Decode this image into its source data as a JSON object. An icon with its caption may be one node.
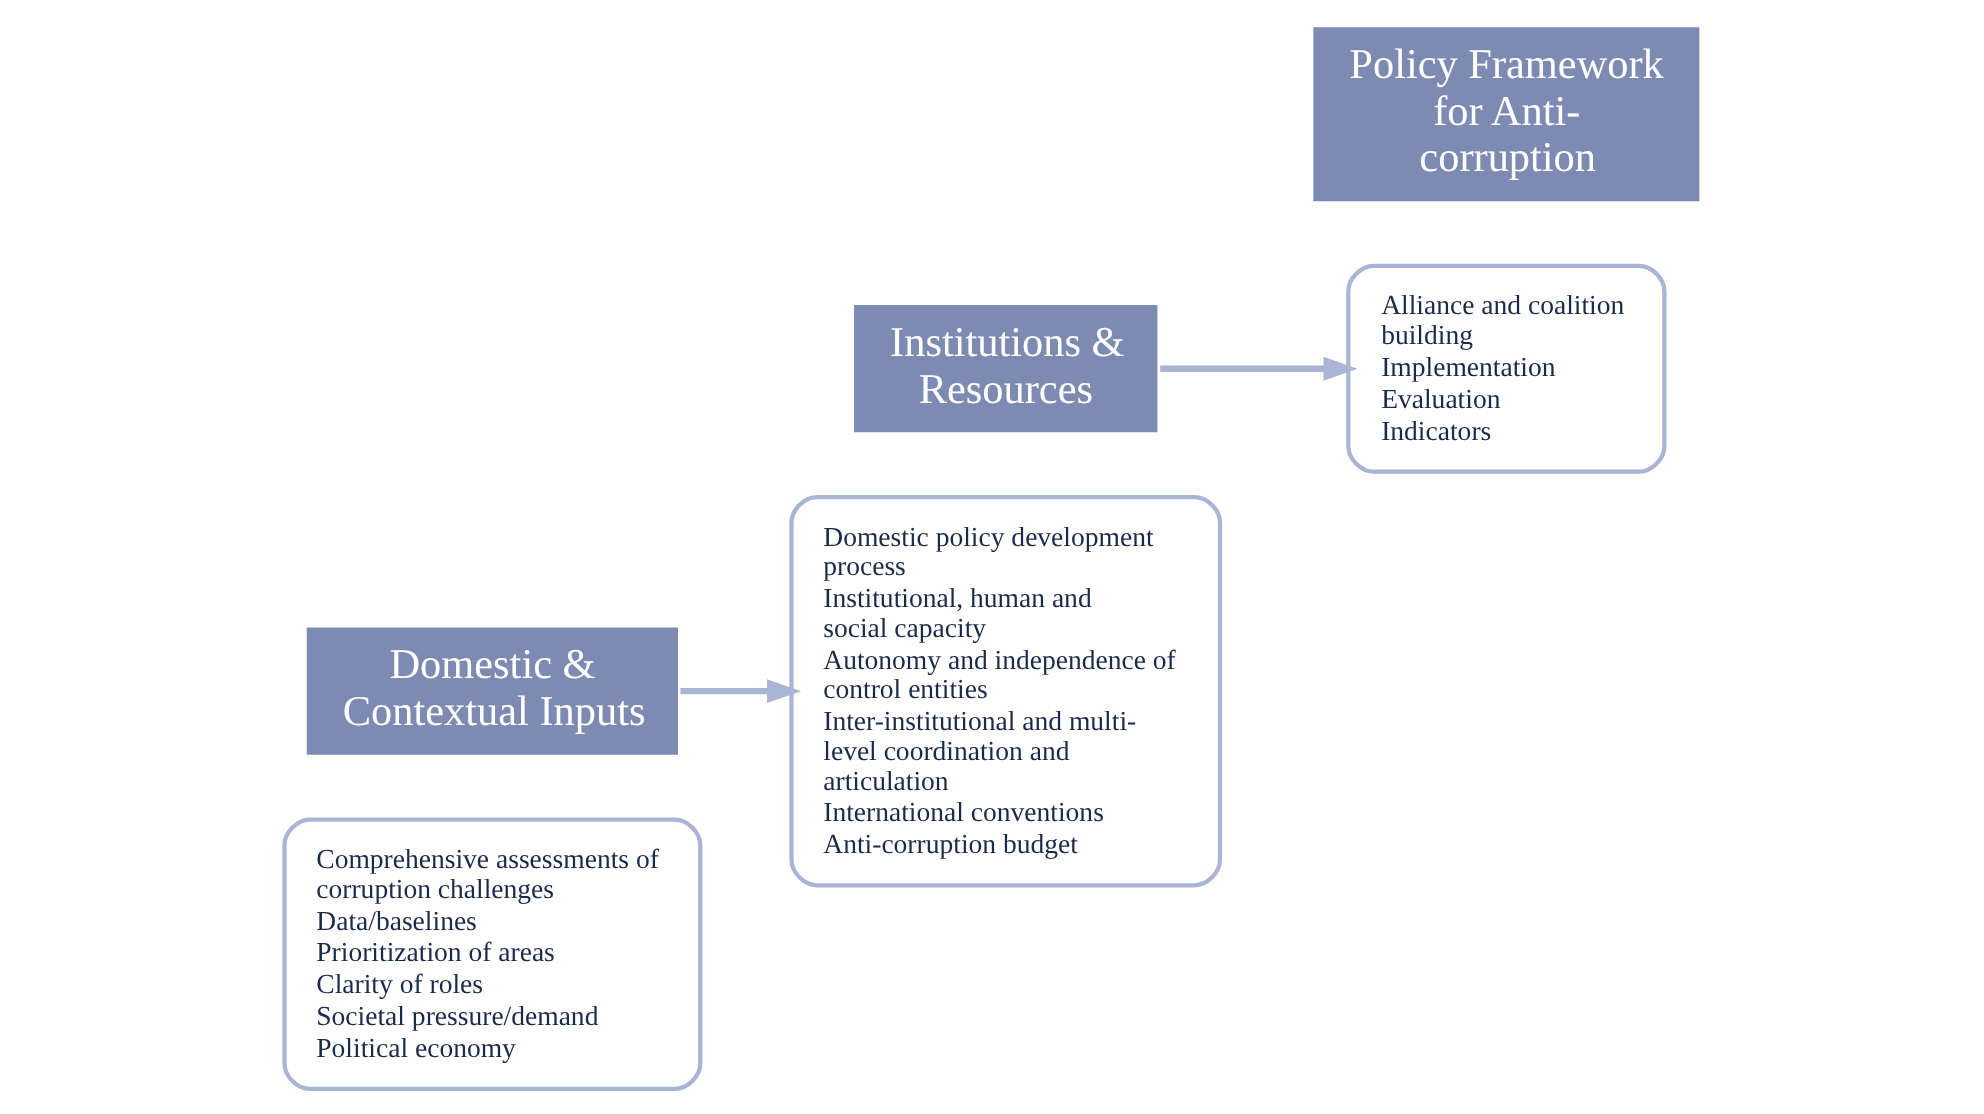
{
  "diagram": {
    "nodes": [
      {
        "text": [
          "Comprehensive assessments of corruption challenges",
          "Data/baselines",
          "Prioritization of areas",
          "Clarity of roles",
          "Societal pressure/demand",
          "Political economy"
        ]
      },
      {
        "text": [
          "Domestic & Contextual Inputs"
        ]
      },
      {
        "text": [
          "Institutions & Resources"
        ]
      },
      {
        "text": [
          "Domestic policy development process",
          "Institutional, human and social capacity",
          "Autonomy and independence of control entities",
          "Inter-institutional and multi-level coordination and articulation",
          "International conventions",
          "Anti-corruption budget"
        ]
      },
      {
        "text": [
          "Alliance and coalition building",
          "Implementation",
          "Evaluation",
          "Indicators"
        ]
      },
      {
        "text": [
          "Policy Framework for Anti-corruption"
        ]
      }
    ],
    "edges": [
      {
        "from": 1,
        "to": 3,
        "arrow": "to"
      },
      {
        "from": 2,
        "to": 4,
        "arrow": "to"
      }
    ]
  }
}
